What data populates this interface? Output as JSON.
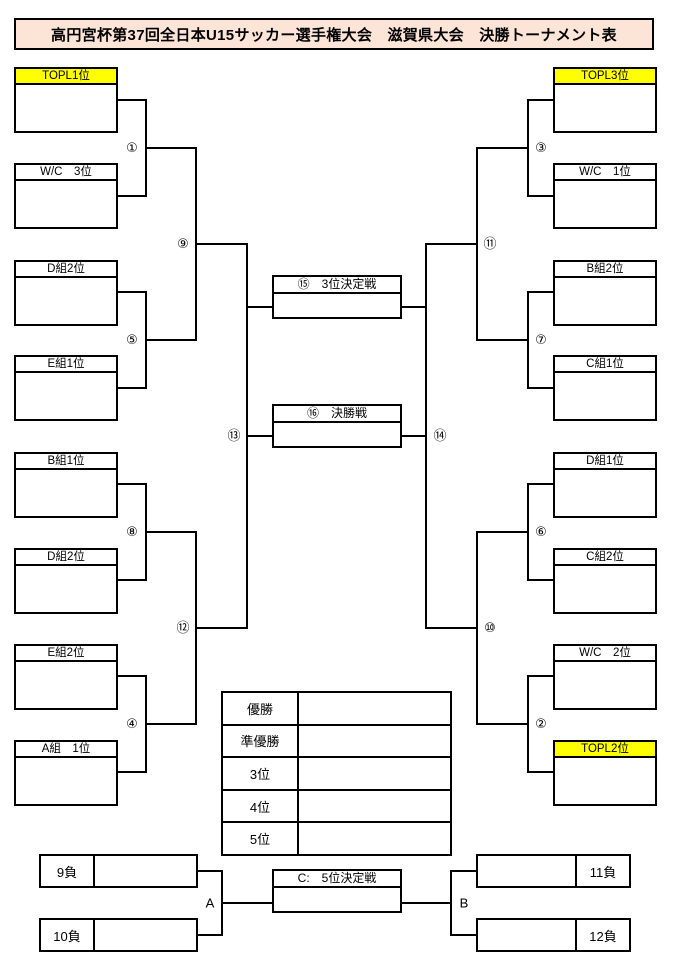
{
  "title": "高円宮杯第37回全日本U15サッカー選手権大会　滋賀県大会　決勝トーナメント表",
  "left_teams": [
    "TOPL1位",
    "W/C　3位",
    "D組2位",
    "E組1位",
    "B組1位",
    "D組2位",
    "E組2位",
    "A組　1位"
  ],
  "right_teams": [
    "TOPL3位",
    "W/C　1位",
    "B組2位",
    "C組1位",
    "D組1位",
    "C組2位",
    "W/C　2位",
    "TOPL2位"
  ],
  "highlight_color": "#ffff00",
  "title_bg": "#fce4d6",
  "match_numbers": {
    "m1": "①",
    "m5": "⑤",
    "m8": "⑧",
    "m4": "④",
    "m3": "③",
    "m7": "⑦",
    "m6": "⑥",
    "m2": "②",
    "m9": "⑨",
    "m12": "⑫",
    "m11": "⑪",
    "m10": "⑩",
    "m13": "⑬",
    "m14": "⑭"
  },
  "third_place_match": "⑮　3位決定戦",
  "final_match": "⑯　決勝戦",
  "results": {
    "winner": "優勝",
    "runner_up": "準優勝",
    "third": "3位",
    "fourth": "4位",
    "fifth": "5位"
  },
  "fifth_place": {
    "match_label": "C:　5位決定戦",
    "a_tag": "A",
    "b_tag": "B",
    "loser_9": "9負",
    "loser_10": "10負",
    "loser_11": "11負",
    "loser_12": "12負"
  }
}
